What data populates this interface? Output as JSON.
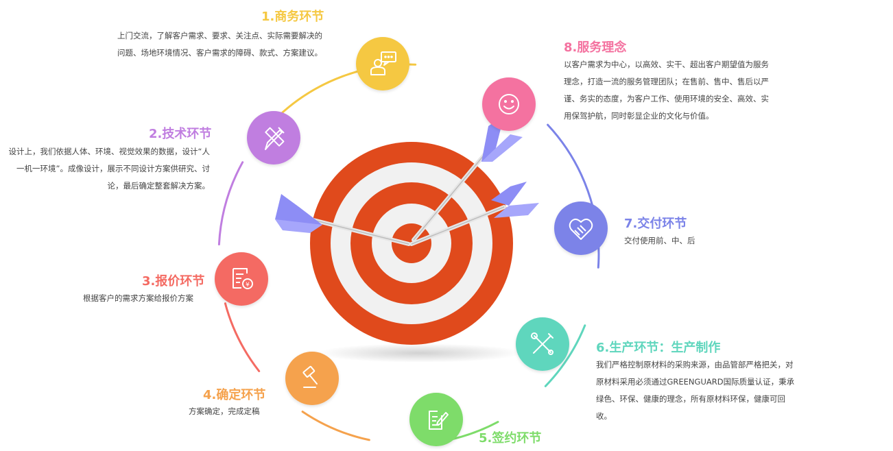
{
  "steps": [
    {
      "title": "1.商务环节",
      "desc": "上门交流，了解客户需求、要求、关注点、实际需要解决的问题、场地环境情况、客户需求的障碍、款式、方案建议。",
      "color": "#f5c842",
      "icon": "chat-person-icon"
    },
    {
      "title": "2.技术环节",
      "desc": "设计上，我们依据人体、环境、视觉效果的数据，设计“人一机一环境”。成像设计，展示不同设计方案供研究、讨论，最后确定整套解决方案。",
      "color": "#c07ee0",
      "icon": "ruler-pencil-icon"
    },
    {
      "title": "3.报价环节",
      "desc": "根据客户的需求方案给报价方案",
      "color": "#f46b63",
      "icon": "price-document-icon"
    },
    {
      "title": "4.确定环节",
      "desc": "方案确定，完成定稿",
      "color": "#f5a24d",
      "icon": "gavel-icon"
    },
    {
      "title": "5.签约环节",
      "desc": "",
      "color": "#7edc6a",
      "icon": "contract-sign-icon"
    },
    {
      "title": "6.生产环节：生产制作",
      "desc": "我们严格控制原材料的采购来源，由品管部严格把关，对原材料采用必须通过GREENGUARD国际质量认证，秉承绿色、环保、健康的理念，所有原材料环保，健康可回收。",
      "color": "#5fd6bd",
      "icon": "tools-icon"
    },
    {
      "title": "7.交付环节",
      "desc": "交付使用前、中、后",
      "color": "#7b83e8",
      "icon": "handshake-heart-icon"
    },
    {
      "title": "8.服务理念",
      "desc": "以客户需求为中心，以高效、实干、超出客户期望值为服务理念，打造一流的服务管理团队；在售前、售中、售后以严谨、务实的态度，为客户工作、使用环境的安全、高效、实用保驾护航，同时彰显企业的文化与价值。",
      "color": "#f472a0",
      "icon": "smiley-icon"
    }
  ],
  "target": {
    "ring_color": "#e04a1c",
    "light_color": "#f1f1f1",
    "arrow_color": "#8d8df5"
  }
}
